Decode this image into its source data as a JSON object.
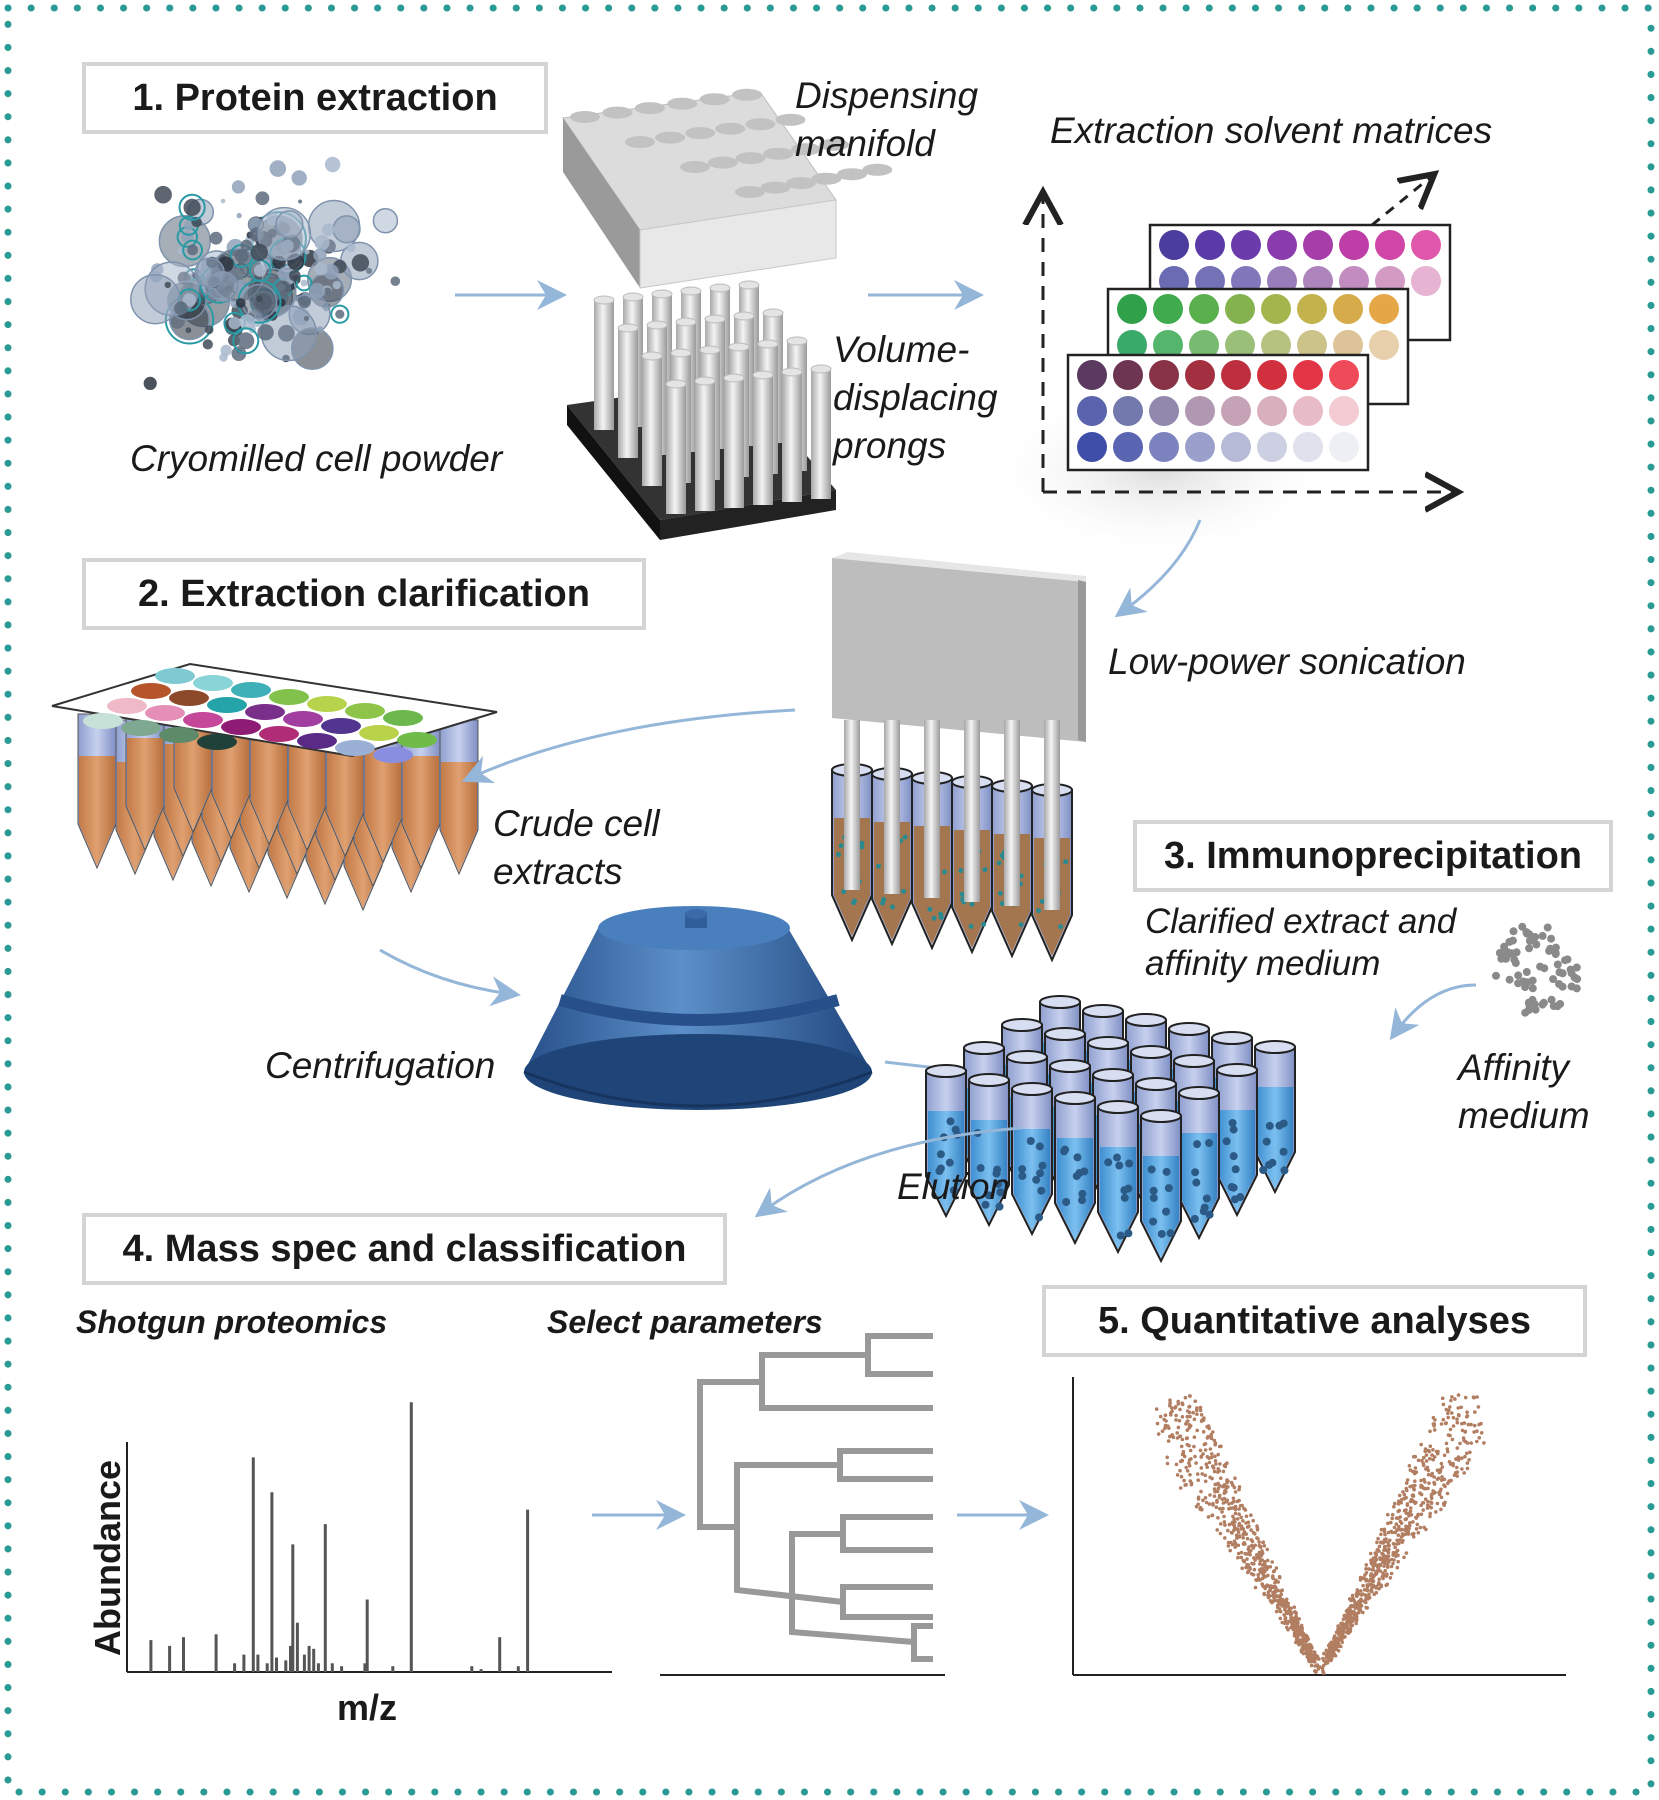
{
  "steps": {
    "s1": "1. Protein extraction",
    "s2": "2. Extraction clarification",
    "s3": "3. Immunoprecipitation",
    "s4": "4. Mass spec and classification",
    "s5": "5. Quantitative analyses"
  },
  "labels": {
    "cryomilled": "Cryomilled cell powder",
    "dispensing_1": "Dispensing",
    "dispensing_2": "manifold",
    "matrices": "Extraction solvent matrices",
    "volume_1": "Volume-",
    "volume_2": "displacing",
    "volume_3": "prongs",
    "sonication": "Low-power sonication",
    "crude_1": "Crude cell",
    "crude_2": "extracts",
    "clarified_1": "Clarified extract and",
    "clarified_2": "affinity medium",
    "centrifugation": "Centrifugation",
    "affinity_1": "Affinity",
    "affinity_2": "medium",
    "elution": "Elution",
    "shotgun": "Shotgun proteomics",
    "select": "Select parameters"
  },
  "spectrum": {
    "xlabel": "m/z",
    "ylabel": "Abundance",
    "peaks": [
      {
        "x": 0.03,
        "h": 0.11
      },
      {
        "x": 0.07,
        "h": 0.09
      },
      {
        "x": 0.1,
        "h": 0.12
      },
      {
        "x": 0.17,
        "h": 0.13
      },
      {
        "x": 0.21,
        "h": 0.03
      },
      {
        "x": 0.23,
        "h": 0.06
      },
      {
        "x": 0.25,
        "h": 0.74
      },
      {
        "x": 0.26,
        "h": 0.06
      },
      {
        "x": 0.28,
        "h": 0.03
      },
      {
        "x": 0.29,
        "h": 0.62
      },
      {
        "x": 0.3,
        "h": 0.05
      },
      {
        "x": 0.32,
        "h": 0.04
      },
      {
        "x": 0.33,
        "h": 0.09
      },
      {
        "x": 0.335,
        "h": 0.44
      },
      {
        "x": 0.345,
        "h": 0.17
      },
      {
        "x": 0.36,
        "h": 0.06
      },
      {
        "x": 0.37,
        "h": 0.09
      },
      {
        "x": 0.38,
        "h": 0.08
      },
      {
        "x": 0.39,
        "h": 0.03
      },
      {
        "x": 0.405,
        "h": 0.51
      },
      {
        "x": 0.42,
        "h": 0.03
      },
      {
        "x": 0.44,
        "h": 0.02
      },
      {
        "x": 0.49,
        "h": 0.03
      },
      {
        "x": 0.495,
        "h": 0.25
      },
      {
        "x": 0.55,
        "h": 0.02
      },
      {
        "x": 0.59,
        "h": 0.93
      },
      {
        "x": 0.72,
        "h": 0.02
      },
      {
        "x": 0.74,
        "h": 0.01
      },
      {
        "x": 0.78,
        "h": 0.12
      },
      {
        "x": 0.82,
        "h": 0.02
      },
      {
        "x": 0.84,
        "h": 0.56
      }
    ]
  },
  "colors": {
    "border_dots": "#2a9a95",
    "arrow": "#94b6d8",
    "tube_orange": "#d6925f",
    "centrifuge_blue": "#3f75b2",
    "scatter": "#b27e62",
    "graph_gray": "#999999"
  }
}
